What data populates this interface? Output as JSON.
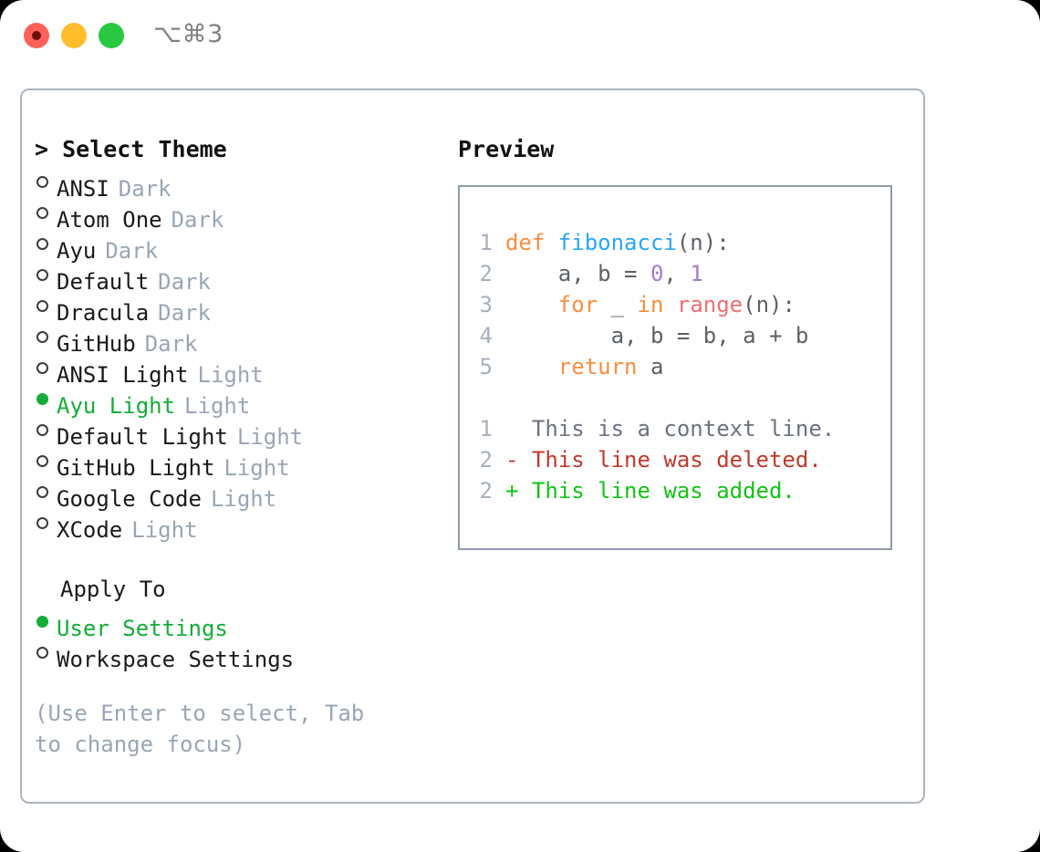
{
  "window": {
    "shortcut": "⌥⌘3",
    "traffic_lights": [
      "close",
      "minimize",
      "zoom"
    ]
  },
  "left": {
    "heading": "> Select Theme",
    "themes": [
      {
        "name": "ANSI",
        "tag": "Dark",
        "selected": false
      },
      {
        "name": "Atom One",
        "tag": "Dark",
        "selected": false
      },
      {
        "name": "Ayu",
        "tag": "Dark",
        "selected": false
      },
      {
        "name": "Default",
        "tag": "Dark",
        "selected": false
      },
      {
        "name": "Dracula",
        "tag": "Dark",
        "selected": false
      },
      {
        "name": "GitHub",
        "tag": "Dark",
        "selected": false
      },
      {
        "name": "ANSI Light",
        "tag": "Light",
        "selected": false
      },
      {
        "name": "Ayu Light",
        "tag": "Light",
        "selected": true
      },
      {
        "name": "Default Light",
        "tag": "Light",
        "selected": false
      },
      {
        "name": "GitHub Light",
        "tag": "Light",
        "selected": false
      },
      {
        "name": "Google Code",
        "tag": "Light",
        "selected": false
      },
      {
        "name": "XCode",
        "tag": "Light",
        "selected": false
      }
    ],
    "apply_to": {
      "title": "Apply To",
      "options": [
        {
          "name": "User Settings",
          "selected": true
        },
        {
          "name": "Workspace Settings",
          "selected": false
        }
      ]
    },
    "hint": "(Use Enter to select, Tab to change focus)"
  },
  "right": {
    "title": "Preview",
    "code_lines": [
      {
        "no": "1",
        "tokens": [
          {
            "t": "def ",
            "c": "kw"
          },
          {
            "t": "fibonacci",
            "c": "fn"
          },
          {
            "t": "(n):",
            "c": "pl"
          }
        ]
      },
      {
        "no": "2",
        "tokens": [
          {
            "t": "    a, b = ",
            "c": "pl"
          },
          {
            "t": "0",
            "c": "num"
          },
          {
            "t": ", ",
            "c": "pl"
          },
          {
            "t": "1",
            "c": "num"
          }
        ]
      },
      {
        "no": "3",
        "tokens": [
          {
            "t": "    ",
            "c": "pl"
          },
          {
            "t": "for",
            "c": "kw"
          },
          {
            "t": " _ ",
            "c": "pl"
          },
          {
            "t": "in",
            "c": "kw"
          },
          {
            "t": " ",
            "c": "pl"
          },
          {
            "t": "range",
            "c": "bi"
          },
          {
            "t": "(n):",
            "c": "pl"
          }
        ]
      },
      {
        "no": "4",
        "tokens": [
          {
            "t": "        a, b = b, a + b",
            "c": "pl"
          }
        ]
      },
      {
        "no": "5",
        "tokens": [
          {
            "t": "    ",
            "c": "pl"
          },
          {
            "t": "return",
            "c": "kw"
          },
          {
            "t": " a",
            "c": "pl"
          }
        ]
      }
    ],
    "diff_lines": [
      {
        "no": "1",
        "text": "  This is a context line.",
        "kind": "ctx"
      },
      {
        "no": "2",
        "text": "- This line was deleted.",
        "kind": "del"
      },
      {
        "no": "2",
        "text": "+ This line was added.",
        "kind": "add"
      }
    ]
  },
  "colors": {
    "accent_green": "#13ad38",
    "muted": "#9aa5b5",
    "border": "#aab4c0",
    "preview_border": "#8e9aab",
    "keyword": "#fa8d3e",
    "function": "#2ba6f7",
    "number": "#a37acc",
    "builtin": "#f07171",
    "plain": "#5c6166",
    "diff_context": "#6b7280",
    "diff_deleted": "#c0392b",
    "diff_added": "#16c216"
  }
}
